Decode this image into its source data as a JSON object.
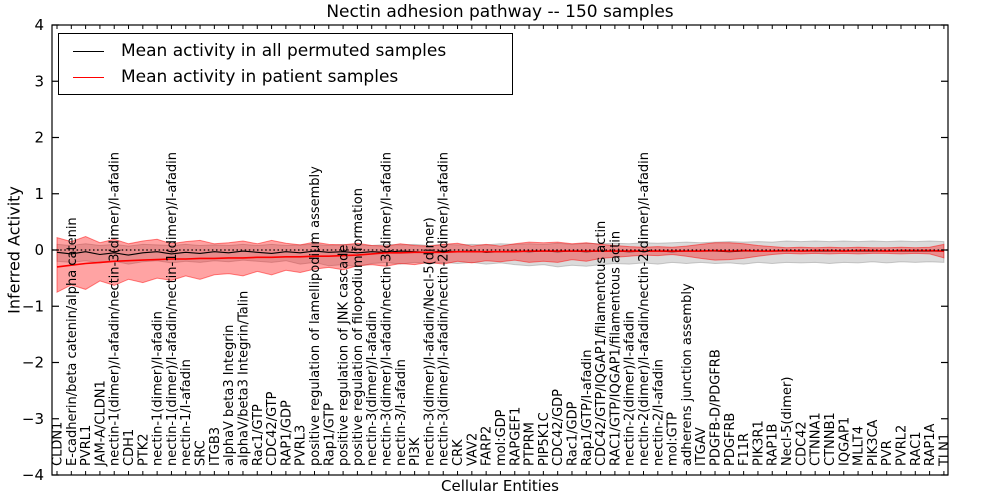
{
  "chart_data": {
    "type": "line",
    "title": "Nectin adhesion pathway -- 150 samples",
    "xlabel": "Cellular Entities",
    "ylabel": "Inferred Activity",
    "ylim": [
      -4,
      4
    ],
    "yticks": [
      4,
      3,
      2,
      1,
      0,
      -1,
      -2,
      -3,
      -4
    ],
    "grid": false,
    "legend_position": "upper left",
    "zero_line": {
      "y": 0,
      "style": "dotted",
      "color": "#000000"
    },
    "legend_entries": [
      {
        "label": "Mean activity in all permuted samples",
        "color": "#000000"
      },
      {
        "label": "Mean activity in patient samples",
        "color": "#ff0000"
      }
    ],
    "categories": [
      "CLDN1",
      "E-cadherin/beta catenin/alpha catenin",
      "PVRL1",
      "JAM-A/CLDN1",
      "nectin-1(dimer)/I-afadin/nectin-3(dimer)/I-afadin",
      "CDH1",
      "PTK2",
      "nectin-1(dimer)/I-afadin",
      "nectin-1(dimer)/I-afadin/nectin-1(dimer)/I-afadin",
      "nectin-1/I-afadin",
      "SRC",
      "ITGB3",
      "alphaV beta3 Integrin",
      "alphaV/beta3 Integrin/Talin",
      "Rac1/GTP",
      "CDC42/GTP",
      "RAP1/GDP",
      "PVRL3",
      "positive regulation of lamellipodium assembly",
      "Rap1/GTP",
      "positive regulation of JNK cascade",
      "positive regulation of filopodium formation",
      "nectin-3(dimer)/I-afadin",
      "nectin-3(dimer)/I-afadin/nectin-3(dimer)/I-afadin",
      "nectin-3/I-afadin",
      "PI3K",
      "nectin-3(dimer)/I-afadin/Necl-5(dimer)",
      "nectin-3(dimer)/I-afadin/nectin-2(dimer)/I-afadin",
      "CRK",
      "VAV2",
      "FARP2",
      "mol:GDP",
      "RAPGEF1",
      "PTPRM",
      "PIP5K1C",
      "CDC42/GDP",
      "Rac1/GDP",
      "Rap1/GTP/I-afadin",
      "CDC42/GTP/IQGAP1/filamentous actin",
      "RAC1/GTP/IQGAP1/filamentous actin",
      "nectin-2(dimer)/I-afadin",
      "nectin-2(dimer)/I-afadin/nectin-2(dimer)/I-afadin",
      "nectin-2/I-afadin",
      "mol:GTP",
      "adherens junction assembly",
      "ITGAV",
      "PDGFB-D/PDGFRB",
      "PDGFRB",
      "F11R",
      "PIK3R1",
      "RAP1B",
      "Necl-5(dimer)",
      "CDC42",
      "CTNNA1",
      "CTNNB1",
      "IQGAP1",
      "MLLT4",
      "PIK3CA",
      "PVR",
      "PVRL2",
      "RAC1",
      "RAP1A",
      "TLN1"
    ],
    "series": [
      {
        "name": "Mean activity in all permuted samples",
        "color": "#000000",
        "values": [
          -0.04,
          -0.07,
          -0.03,
          -0.08,
          -0.05,
          -0.09,
          -0.05,
          -0.03,
          -0.07,
          -0.04,
          -0.06,
          -0.03,
          -0.05,
          -0.02,
          -0.04,
          -0.06,
          -0.03,
          -0.05,
          -0.02,
          -0.04,
          -0.03,
          -0.05,
          -0.03,
          -0.04,
          -0.02,
          -0.03,
          -0.04,
          -0.02,
          -0.03,
          -0.02,
          -0.04,
          -0.03,
          -0.02,
          -0.03,
          -0.02,
          -0.03,
          -0.02,
          -0.03,
          -0.02,
          -0.02,
          -0.03,
          -0.02,
          -0.02,
          -0.03,
          -0.02,
          -0.02,
          -0.02,
          -0.03,
          -0.02,
          -0.02,
          -0.02,
          -0.02,
          -0.02,
          -0.02,
          -0.02,
          -0.02,
          -0.02,
          -0.02,
          -0.02,
          -0.02,
          -0.02,
          -0.02,
          -0.02
        ]
      },
      {
        "name": "Mean activity in patient samples",
        "color": "#ff0000",
        "values": [
          -0.3,
          -0.27,
          -0.24,
          -0.22,
          -0.2,
          -0.19,
          -0.18,
          -0.17,
          -0.16,
          -0.16,
          -0.15,
          -0.15,
          -0.14,
          -0.14,
          -0.13,
          -0.13,
          -0.12,
          -0.12,
          -0.11,
          -0.11,
          -0.1,
          -0.09,
          -0.07,
          -0.05,
          -0.05,
          -0.04,
          -0.04,
          -0.04,
          -0.03,
          -0.03,
          -0.03,
          -0.03,
          -0.03,
          -0.02,
          -0.02,
          -0.02,
          -0.02,
          -0.02,
          -0.02,
          -0.02,
          -0.02,
          -0.02,
          -0.02,
          -0.02,
          -0.02,
          -0.02,
          -0.01,
          -0.02,
          -0.01,
          -0.02,
          -0.02,
          -0.01,
          -0.02,
          -0.01,
          -0.01,
          -0.02,
          -0.01,
          -0.01,
          -0.02,
          -0.01,
          -0.01,
          -0.01,
          -0.02
        ]
      }
    ],
    "bands": [
      {
        "name": "permuted-samples-range",
        "color": "#888888",
        "opacity": 0.3,
        "upper": [
          0.1,
          0.08,
          0.11,
          0.08,
          0.1,
          0.07,
          0.1,
          0.09,
          0.08,
          0.1,
          0.08,
          0.09,
          0.08,
          0.1,
          0.08,
          0.1,
          0.08,
          0.09,
          0.1,
          0.08,
          0.1,
          0.09,
          0.08,
          0.1,
          0.09,
          0.1,
          0.08,
          0.1,
          0.09,
          0.1,
          0.09,
          0.11,
          0.1,
          0.11,
          0.1,
          0.12,
          0.1,
          0.12,
          0.11,
          0.12,
          0.11,
          0.13,
          0.12,
          0.13,
          0.14,
          0.13,
          0.14,
          0.15,
          0.14,
          0.15,
          0.14,
          0.16,
          0.15,
          0.16,
          0.15,
          0.16,
          0.15,
          0.16,
          0.15,
          0.16,
          0.15,
          0.16,
          0.15
        ],
        "lower": [
          -0.2,
          -0.22,
          -0.19,
          -0.23,
          -0.2,
          -0.25,
          -0.21,
          -0.19,
          -0.23,
          -0.2,
          -0.22,
          -0.19,
          -0.21,
          -0.18,
          -0.2,
          -0.22,
          -0.19,
          -0.25,
          -0.22,
          -0.28,
          -0.26,
          -0.3,
          -0.24,
          -0.22,
          -0.25,
          -0.22,
          -0.24,
          -0.22,
          -0.24,
          -0.22,
          -0.25,
          -0.23,
          -0.26,
          -0.28,
          -0.26,
          -0.3,
          -0.27,
          -0.29,
          -0.26,
          -0.24,
          -0.25,
          -0.23,
          -0.25,
          -0.22,
          -0.24,
          -0.22,
          -0.24,
          -0.23,
          -0.25,
          -0.22,
          -0.24,
          -0.22,
          -0.23,
          -0.22,
          -0.24,
          -0.22,
          -0.23,
          -0.21,
          -0.23,
          -0.21,
          -0.22,
          -0.21,
          -0.22
        ]
      },
      {
        "name": "patient-samples-range",
        "color": "#ff0000",
        "opacity": 0.36,
        "upper": [
          0.22,
          0.15,
          0.24,
          0.13,
          0.19,
          0.11,
          0.16,
          0.19,
          0.11,
          0.15,
          0.17,
          0.11,
          0.13,
          0.16,
          0.11,
          0.17,
          0.12,
          0.09,
          0.14,
          0.1,
          0.09,
          0.12,
          0.08,
          0.07,
          0.11,
          0.08,
          0.07,
          0.1,
          0.12,
          0.07,
          0.1,
          0.07,
          0.11,
          0.14,
          0.13,
          0.14,
          0.11,
          0.13,
          0.1,
          0.08,
          0.06,
          0.05,
          0.06,
          0.05,
          0.07,
          0.1,
          0.13,
          0.13,
          0.11,
          0.08,
          0.06,
          0.04,
          0.05,
          0.04,
          0.05,
          0.04,
          0.05,
          0.04,
          0.04,
          0.05,
          0.04,
          0.05,
          0.1
        ],
        "lower": [
          -0.75,
          -0.62,
          -0.7,
          -0.55,
          -0.63,
          -0.52,
          -0.58,
          -0.5,
          -0.54,
          -0.46,
          -0.52,
          -0.44,
          -0.42,
          -0.46,
          -0.38,
          -0.44,
          -0.36,
          -0.4,
          -0.34,
          -0.31,
          -0.35,
          -0.28,
          -0.26,
          -0.29,
          -0.24,
          -0.26,
          -0.22,
          -0.25,
          -0.2,
          -0.23,
          -0.19,
          -0.21,
          -0.18,
          -0.22,
          -0.2,
          -0.22,
          -0.17,
          -0.2,
          -0.15,
          -0.13,
          -0.11,
          -0.09,
          -0.1,
          -0.08,
          -0.11,
          -0.15,
          -0.18,
          -0.17,
          -0.15,
          -0.11,
          -0.08,
          -0.06,
          -0.07,
          -0.06,
          -0.07,
          -0.06,
          -0.07,
          -0.06,
          -0.06,
          -0.07,
          -0.06,
          -0.07,
          -0.14
        ]
      }
    ]
  }
}
